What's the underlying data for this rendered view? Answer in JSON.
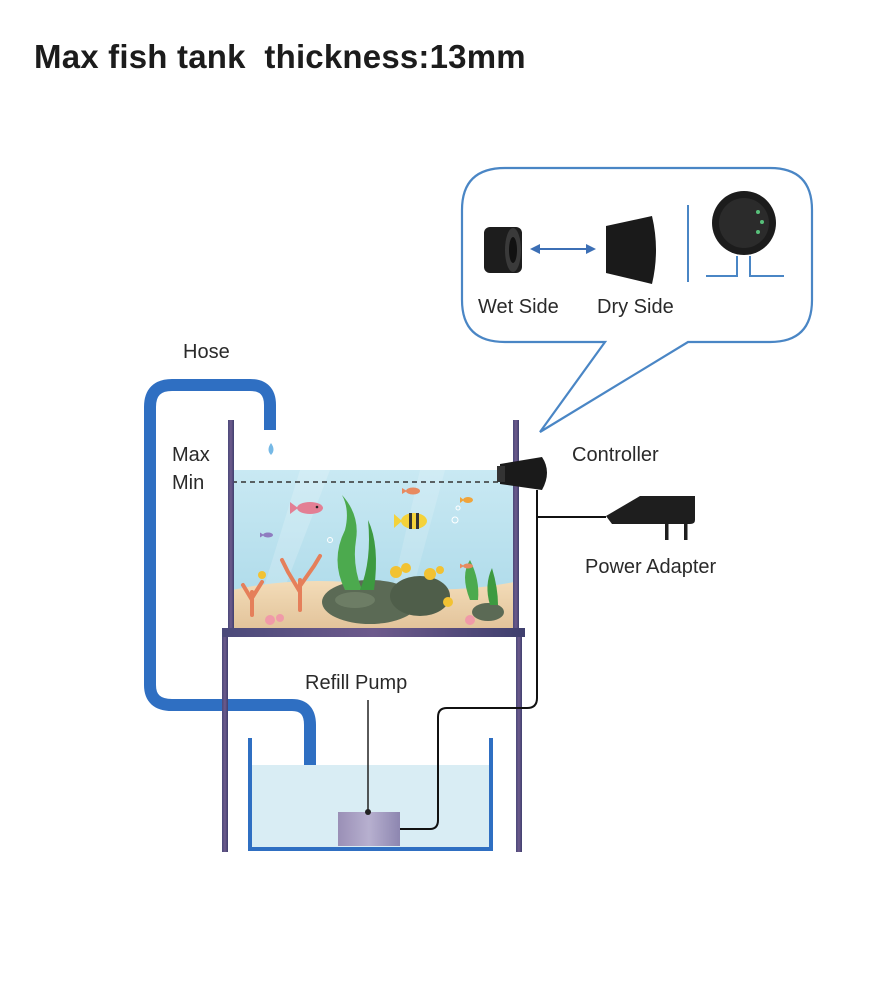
{
  "title": "Max fish tank  thickness:13mm",
  "labels": {
    "hose": "Hose",
    "max": "Max",
    "min": "Min",
    "controller": "Controller",
    "power_adapter": "Power Adapter",
    "refill_pump": "Refill Pump",
    "wet_side": "Wet Side",
    "dry_side": "Dry Side"
  },
  "colors": {
    "hose": "#2f6fc2",
    "tank_water": "#bfe3ef",
    "reservoir_water": "#d9edf4",
    "callout_border": "#4a86c5",
    "cable": "#111111",
    "frame": "#4b4a7a"
  }
}
